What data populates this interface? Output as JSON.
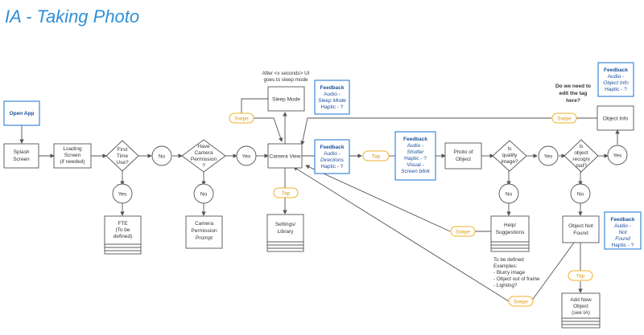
{
  "title": "IA - Taking Photo",
  "nodes": {
    "open_app": "Open App",
    "splash": [
      "Splash",
      "Screen"
    ],
    "loading": [
      "Loading",
      "Screen",
      "(if needed)"
    ],
    "first_time": [
      "First",
      "Time",
      "Use?"
    ],
    "no1": "No",
    "yes_fte": "Yes",
    "fte": [
      "FTE",
      "(To be",
      "defined)"
    ],
    "have_camera": [
      "Have",
      "Camera",
      "Permission",
      "?"
    ],
    "no_cam": "No",
    "camera_prompt": [
      "Camera",
      "Permission",
      "Prompt"
    ],
    "yes_cam": "Yes",
    "camera_view": "Camera View",
    "sleep_mode": "Sleep Mode",
    "sleep_note": [
      "After <x seconds> UI",
      "goes to sleep mode"
    ],
    "settings": [
      "Settings/",
      "Library"
    ],
    "photo_object": [
      "Photo of",
      "Object"
    ],
    "quality": [
      "Is",
      "quality",
      "image?"
    ],
    "no_quality": "No",
    "help": [
      "Help/",
      "Suggestions"
    ],
    "help_note": [
      "To be defined",
      "Examples:",
      "- Blurry image",
      "- Object out of frame",
      "- Lighting?"
    ],
    "yes_quality": "Yes",
    "recognized": [
      "Is",
      "object",
      "recogni",
      "zed?"
    ],
    "yes_rec": "Yes",
    "no_rec": "No",
    "object_info": "Object Info",
    "edit_tag_note": [
      "Do we need to",
      "edit the tag",
      "here?"
    ],
    "not_found": [
      "Object Not",
      "Found"
    ],
    "add_new": [
      "Add New",
      "Object",
      "(see IA)"
    ]
  },
  "feedback": {
    "sleep": {
      "title": "Feedback",
      "lines": [
        "Audio -",
        "Sleep Mode",
        "Haptic - ?"
      ]
    },
    "directions": {
      "title": "Feedback",
      "lines": [
        "Audio -",
        "Directions",
        "Haptic - ?"
      ]
    },
    "shutter": {
      "title": "Feedback",
      "lines": [
        "Audio -",
        "Shutter",
        "Haptic - ?",
        "Visual -",
        "Screen blink"
      ]
    },
    "object_info": {
      "title": "Feedback",
      "lines": [
        "Audio -",
        "Object Info",
        "Haptic - ?"
      ]
    },
    "not_found": {
      "title": "Feedback",
      "lines": [
        "Audio -",
        "Not",
        "Found",
        "Haptic - ?"
      ]
    }
  },
  "gestures": {
    "swipe_sleep": "Swipe",
    "tap_settings": "Tap",
    "tap_shutter": "Tap",
    "swipe_object_info": "Swipe",
    "swipe_help": "Swipe",
    "swipe_bottom": "Swipe",
    "tap_add": "Tap"
  },
  "colors": {
    "title": "#2f8fd6",
    "feedback_border": "#2a7fd4",
    "gesture_border": "#f0b02a",
    "node_border": "#555555"
  }
}
